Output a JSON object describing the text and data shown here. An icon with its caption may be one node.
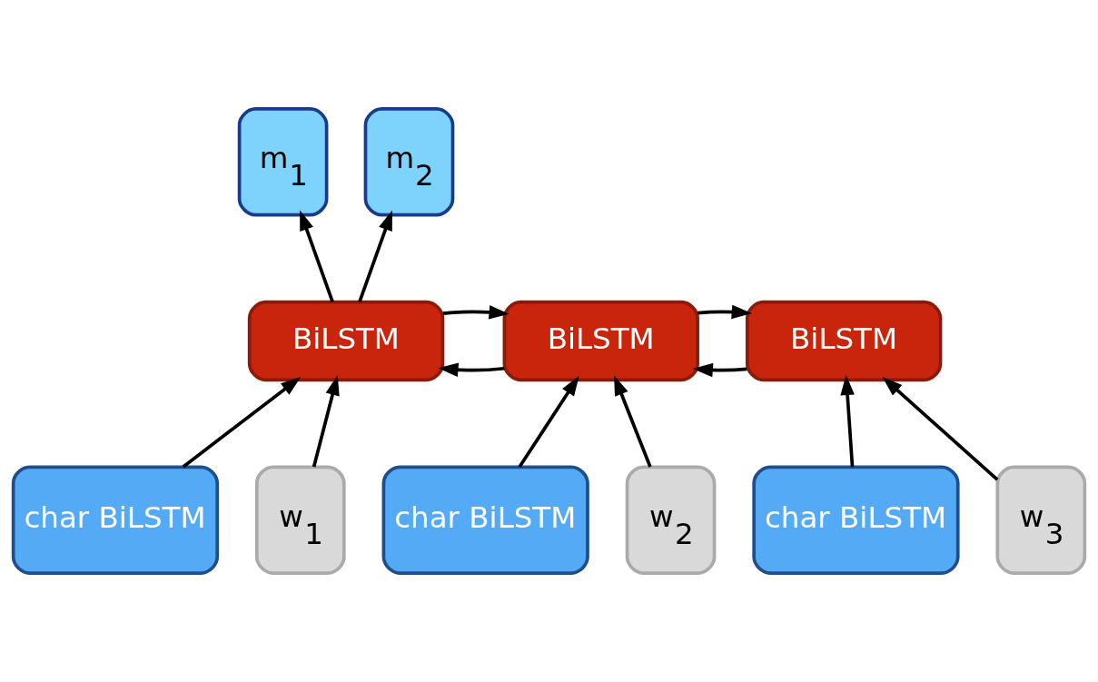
{
  "diagram": {
    "nodes": [
      {
        "text": [
          "m$_{1}$"
        ]
      },
      {
        "text": [
          "m$_{2}$"
        ]
      },
      {
        "text": [
          "BiLSTM"
        ]
      },
      {
        "text": [
          "BiLSTM"
        ]
      },
      {
        "text": [
          "BiLSTM"
        ]
      },
      {
        "text": [
          "char BiLSTM"
        ]
      },
      {
        "text": [
          "w$_{1}$"
        ]
      },
      {
        "text": [
          "char BiLSTM"
        ]
      },
      {
        "text": [
          "w$_{2}$"
        ]
      },
      {
        "text": [
          "char BiLSTM"
        ]
      },
      {
        "text": [
          "w$_{3}$"
        ]
      }
    ],
    "edges": [
      {
        "from": 2,
        "to": 0,
        "arrow": "to"
      },
      {
        "from": 2,
        "to": 1,
        "arrow": "to"
      },
      {
        "from": 2,
        "to": 3,
        "arrow": "to"
      },
      {
        "from": 3,
        "to": 2,
        "arrow": "to"
      },
      {
        "from": 3,
        "to": 4,
        "arrow": "to"
      },
      {
        "from": 4,
        "to": 3,
        "arrow": "to"
      },
      {
        "from": 5,
        "to": 2,
        "arrow": "to"
      },
      {
        "from": 6,
        "to": 2,
        "arrow": "to"
      },
      {
        "from": 7,
        "to": 3,
        "arrow": "to"
      },
      {
        "from": 8,
        "to": 3,
        "arrow": "to"
      },
      {
        "from": 9,
        "to": 4,
        "arrow": "to"
      },
      {
        "from": 10,
        "to": 4,
        "arrow": "to"
      }
    ]
  }
}
